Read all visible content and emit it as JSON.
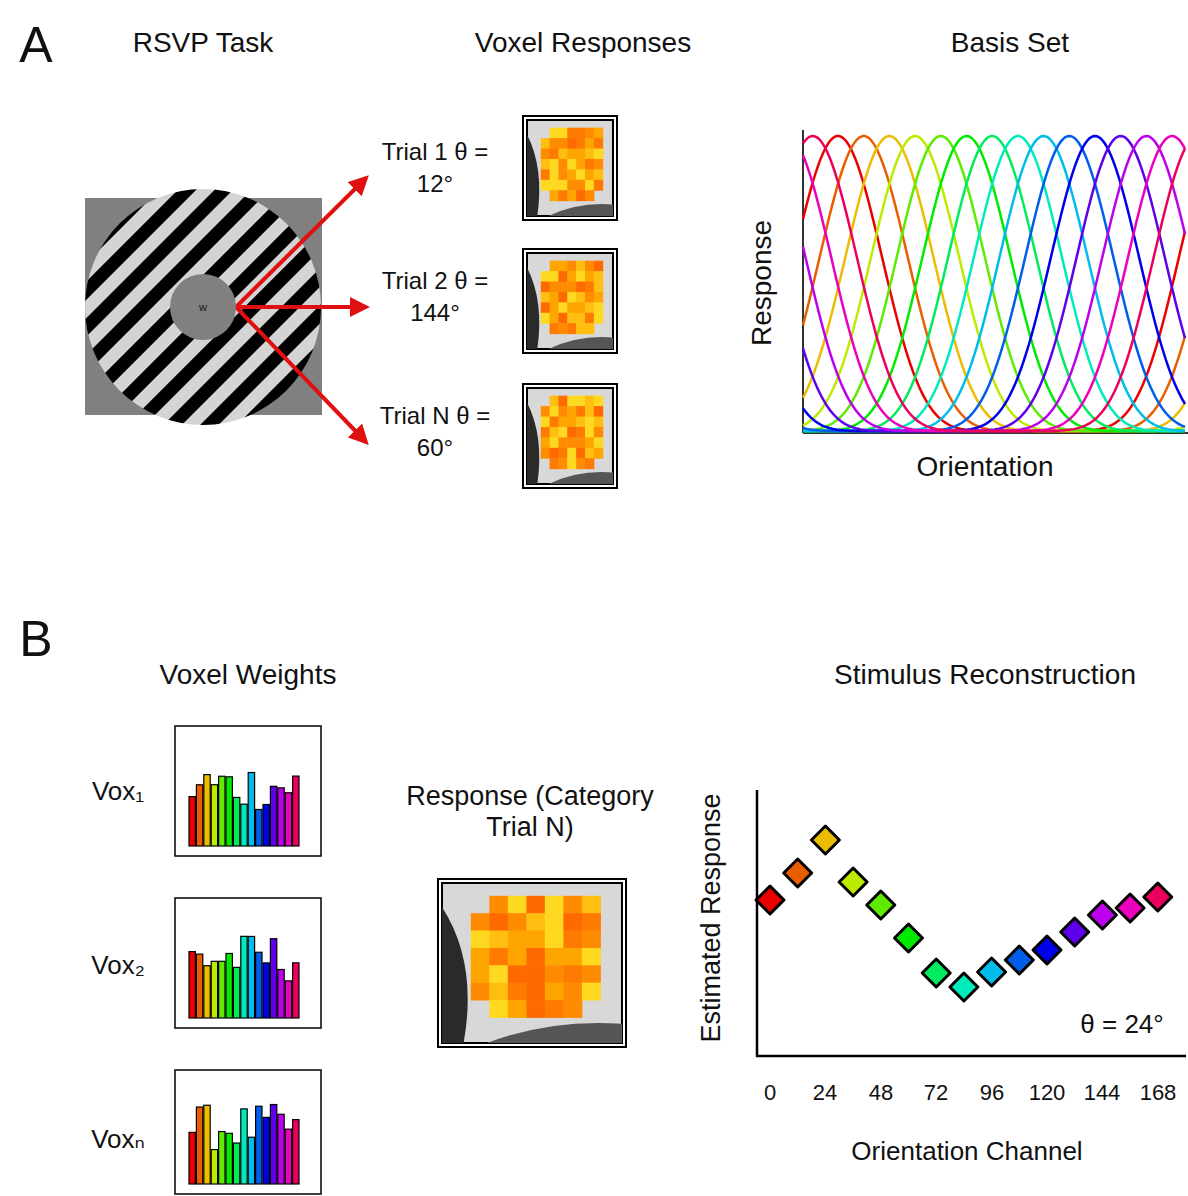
{
  "diagram": {
    "nodes": [
      {
        "text": [
          "w"
        ]
      },
      {
        "text": [
          "Trial 1 θ = 12°"
        ]
      },
      {
        "text": [
          "Trial 2 θ = 144°"
        ]
      },
      {
        "text": [
          "Trial N θ = 60°"
        ]
      }
    ],
    "edges": [
      {
        "from": 0,
        "to": 1,
        "arrow": "to"
      },
      {
        "from": 0,
        "to": 2,
        "arrow": "to"
      },
      {
        "from": 0,
        "to": 3,
        "arrow": "to"
      }
    ],
    "labels": [
      "A",
      "RSVP Task",
      "Voxel Responses",
      "Basis Set",
      "Response",
      "Orientation",
      "B",
      "Voxel Weights",
      "Vox₁",
      "Vox₂",
      "Voxₙ",
      "Response (Category Trial N)",
      "Stimulus Reconstruction",
      "Estimated Response",
      "θ = 24°",
      "0",
      "24",
      "48",
      "72",
      "96",
      "120",
      "144",
      "168",
      "Orientation Channel"
    ]
  }
}
